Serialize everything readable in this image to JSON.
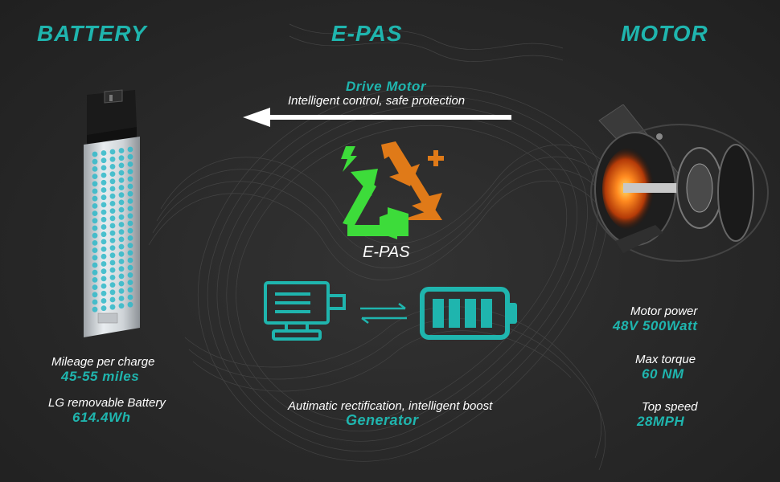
{
  "headings": {
    "battery": "BATTERY",
    "epas": "E-PAS",
    "motor": "MOTOR"
  },
  "drive_motor": {
    "title": "Drive Motor",
    "subtitle": "Intelligent control, safe protection"
  },
  "epas_logo_label": "E-PAS",
  "generator": {
    "subtitle": "Autimatic rectification, intelligent boost",
    "title": "Generator"
  },
  "battery_specs": [
    {
      "caption": "Mileage per charge",
      "value": "45-55 miles"
    },
    {
      "caption": "LG removable Battery",
      "value": "614.4Wh"
    }
  ],
  "motor_specs": [
    {
      "caption": "Motor power",
      "value": "48V 500Watt"
    },
    {
      "caption": "Max torque",
      "value": "60 NM"
    },
    {
      "caption": "Top speed",
      "value": "28MPH"
    }
  ],
  "colors": {
    "accent": "#1fb5ae",
    "green": "#3ddc3a",
    "orange": "#e07a18",
    "background": "#2a2a2a",
    "text": "#ffffff"
  },
  "icons": [
    "arrow-left-icon",
    "recycle-energy-icon",
    "lightning-icon",
    "plus-icon",
    "motor-icon",
    "exchange-arrows-icon",
    "battery-full-icon",
    "battery-pack-image",
    "motor-image"
  ]
}
